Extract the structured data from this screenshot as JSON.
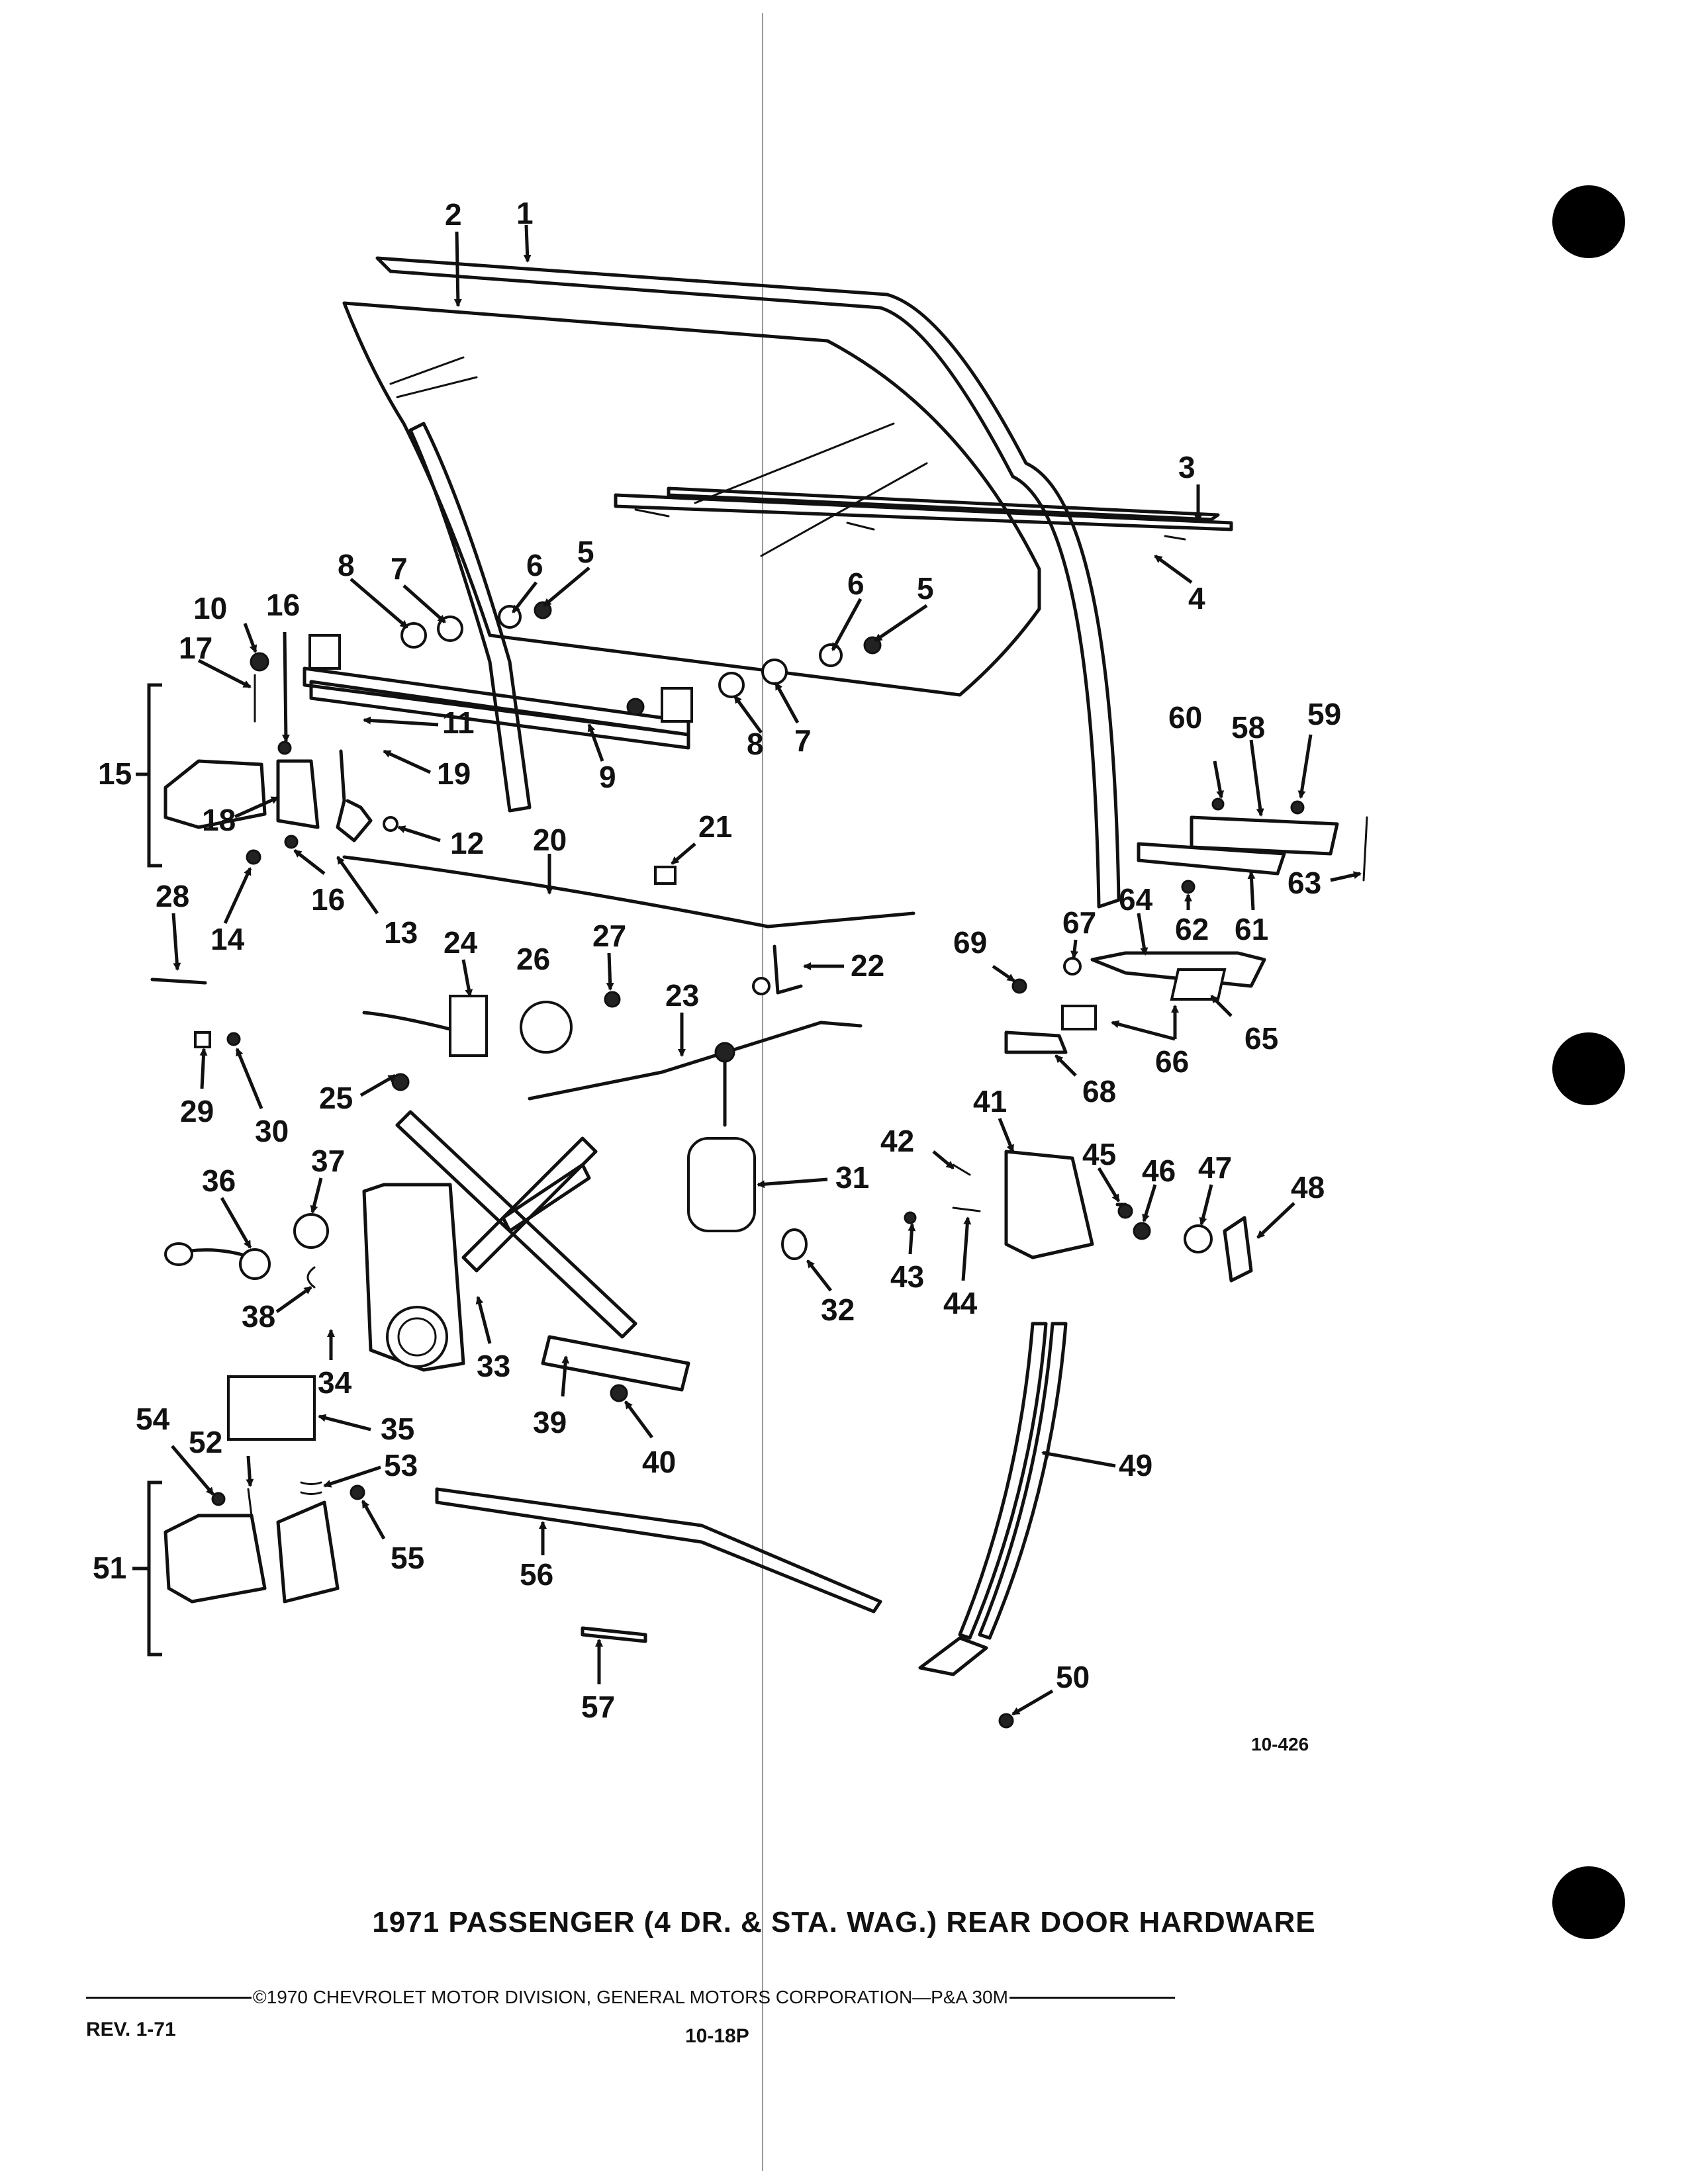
{
  "figure": {
    "id": "10-426",
    "callouts": [
      "1",
      "2",
      "3",
      "4",
      "5",
      "5",
      "6",
      "6",
      "7",
      "7",
      "8",
      "8",
      "9",
      "10",
      "11",
      "12",
      "13",
      "14",
      "15",
      "16",
      "16",
      "17",
      "18",
      "19",
      "20",
      "21",
      "22",
      "23",
      "24",
      "25",
      "26",
      "27",
      "28",
      "29",
      "30",
      "31",
      "32",
      "33",
      "34",
      "35",
      "36",
      "37",
      "38",
      "39",
      "40",
      "41",
      "42",
      "43",
      "44",
      "45",
      "46",
      "47",
      "48",
      "49",
      "50",
      "51",
      "52",
      "53",
      "54",
      "55",
      "56",
      "57",
      "58",
      "59",
      "60",
      "61",
      "62",
      "63",
      "64",
      "65",
      "66",
      "67",
      "68",
      "69"
    ]
  },
  "footer": {
    "title": "1971 PASSENGER (4 DR. & STA. WAG.) REAR DOOR HARDWARE",
    "copyright": "©1970 CHEVROLET MOTOR DIVISION, GENERAL MOTORS CORPORATION—P&A 30M",
    "revision": "REV. 1-71",
    "page_number": "10-18P"
  }
}
